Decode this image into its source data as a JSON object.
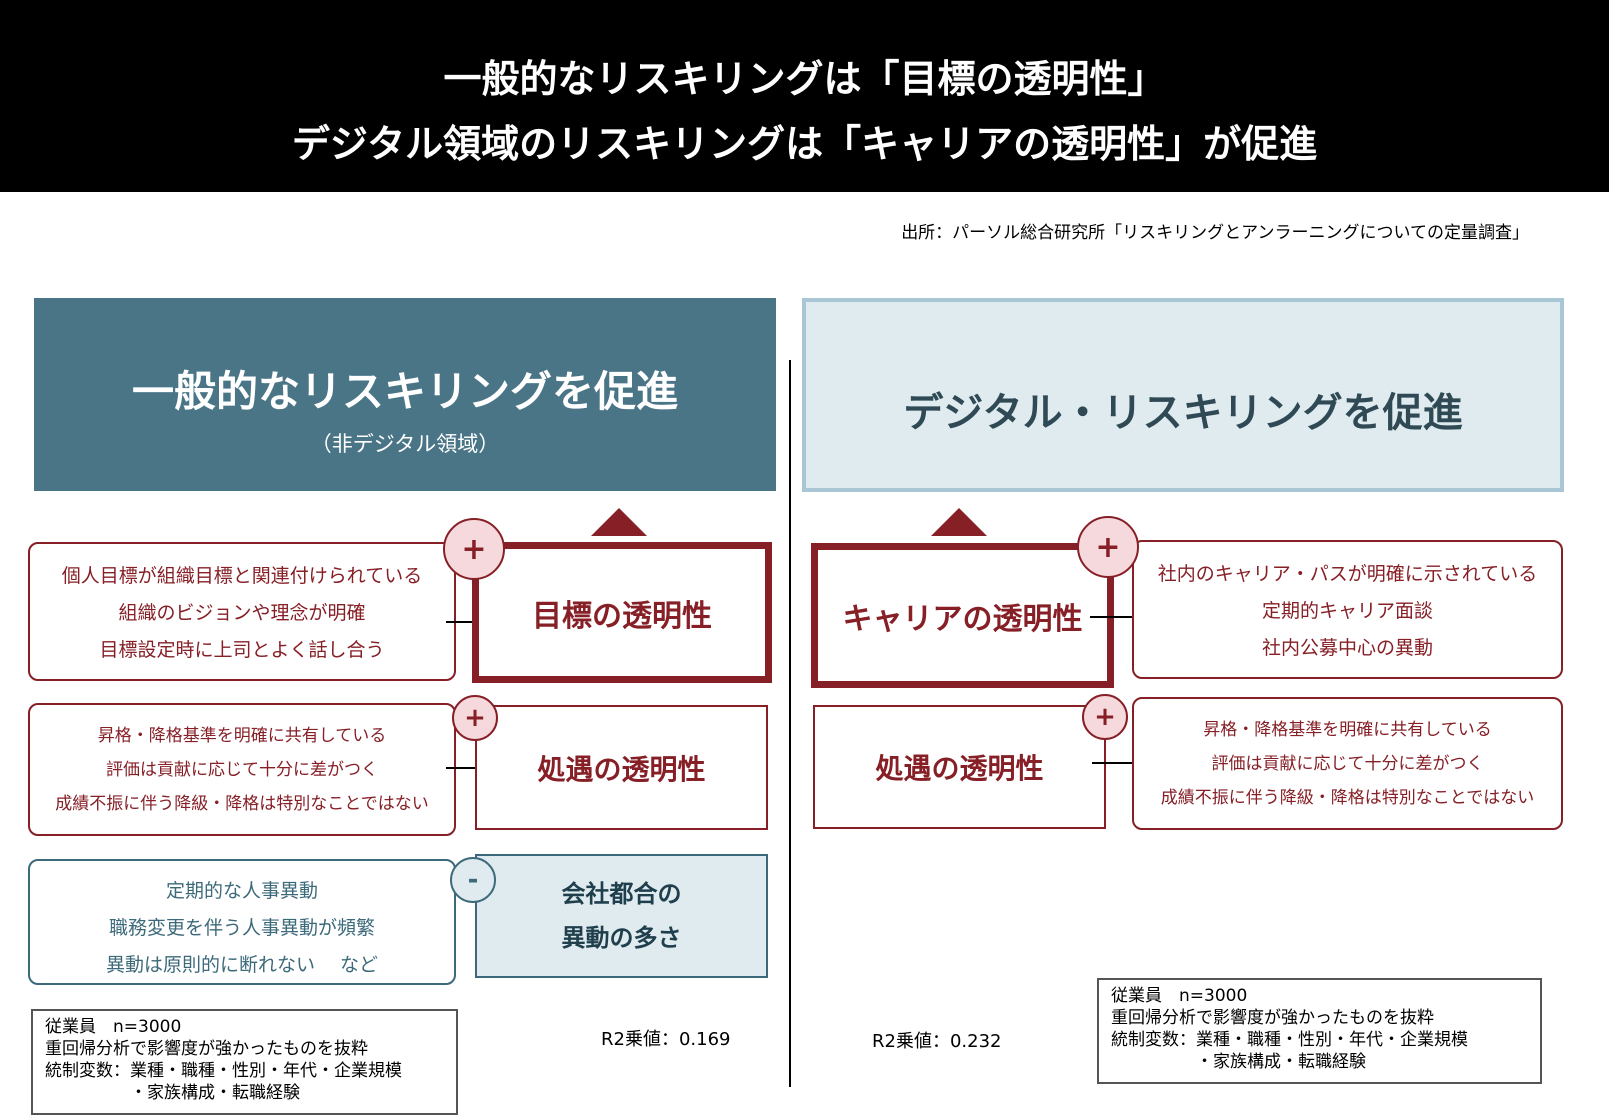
{
  "header": {
    "line1": "一般的なリスキリングは「目標の透明性」",
    "line2": "デジタル領域のリスキリングは「キャリアの透明性」が促進"
  },
  "source": "出所：パーソル総合研究所「リスキリングとアンラーニングについての定量調査」",
  "left": {
    "title": "一般的なリスキリングを促進",
    "subtitle": "（非デジタル領域）",
    "factors": [
      {
        "sign": "+",
        "label": "目標の透明性",
        "items": [
          "個人目標が組織目標と関連付けられている",
          "組織のビジョンや理念が明確",
          "目標設定時に上司とよく話し合う"
        ]
      },
      {
        "sign": "+",
        "label": "処遇の透明性",
        "items": [
          "昇格・降格基準を明確に共有している",
          "評価は貢献に応じて十分に差がつく",
          "成績不振に伴う降級・降格は特別なことではない"
        ]
      },
      {
        "sign": "-",
        "label_line1": "会社都合の",
        "label_line2": "異動の多さ",
        "items": [
          "定期的な人事異動",
          "職務変更を伴う人事異動が頻繁",
          "異動は原則的に断れない　 など"
        ]
      }
    ],
    "note": [
      "従業員　n=3000",
      "重回帰分析で影響度が強かったものを抜粋",
      "統制変数：業種・職種・性別・年代・企業規模",
      "　　　　　・家族構成・転職経験"
    ],
    "r2": "R2乗値：0.169"
  },
  "right": {
    "title": "デジタル・リスキリングを促進",
    "factors": [
      {
        "sign": "+",
        "label": "キャリアの透明性",
        "items": [
          "社内のキャリア・パスが明確に示されている",
          "定期的キャリア面談",
          "社内公募中心の異動"
        ]
      },
      {
        "sign": "+",
        "label": "処遇の透明性",
        "items": [
          "昇格・降格基準を明確に共有している",
          "評価は貢献に応じて十分に差がつく",
          "成績不振に伴う降級・降格は特別なことではない"
        ]
      }
    ],
    "note": [
      "従業員　n=3000",
      "重回帰分析で影響度が強かったものを抜粋",
      "統制変数：業種・職種・性別・年代・企業規模",
      "　　　　　・家族構成・転職経験"
    ],
    "r2": "R2乗値：0.232"
  },
  "colors": {
    "accent": "#861f26",
    "panel_left": "#4a7587",
    "panel_right": "#e0ebef",
    "blue_line": "#3c6a7b"
  }
}
